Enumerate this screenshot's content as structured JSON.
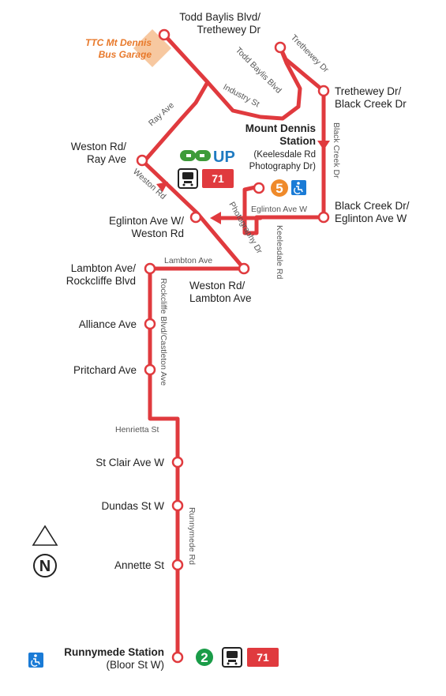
{
  "colors": {
    "route": "#e03a3e",
    "stop_outline": "#e03a3e",
    "garage_bg": "#f7c8a0",
    "garage_text": "#e8792b",
    "line5": "#ef8a2a",
    "line2": "#1a9c48",
    "go_green": "#3e9b3a",
    "up_blue": "#1f7bc1",
    "accessible": "#1a7bd6",
    "route71_bg": "#e03a3e"
  },
  "garage": {
    "line1": "TTC Mt Dennis",
    "line2": "Bus Garage"
  },
  "stops": {
    "todd_baylis": {
      "line1": "Todd Baylis Blvd/",
      "line2": "Trethewey Dr"
    },
    "trethewey_black_creek": {
      "line1": "Trethewey Dr/",
      "line2": "Black Creek Dr"
    },
    "mount_dennis": {
      "line1": "Mount Dennis",
      "line2": "Station",
      "sub1": "(Keelesdale Rd",
      "sub2": "Photography Dr)"
    },
    "weston_ray": {
      "line1": "Weston Rd/",
      "line2": "Ray Ave"
    },
    "black_creek_eglinton": {
      "line1": "Black Creek Dr/",
      "line2": "Eglinton Ave W"
    },
    "eglinton_weston": {
      "line1": "Eglinton Ave W/",
      "line2": "Weston Rd"
    },
    "lambton_rockcliffe": {
      "line1": "Lambton Ave/",
      "line2": "Rockcliffe Blvd"
    },
    "weston_lambton": {
      "line1": "Weston Rd/",
      "line2": "Lambton Ave"
    },
    "alliance": {
      "line1": "Alliance Ave"
    },
    "pritchard": {
      "line1": "Pritchard Ave"
    },
    "st_clair": {
      "line1": "St Clair Ave W"
    },
    "dundas": {
      "line1": "Dundas St W"
    },
    "annette": {
      "line1": "Annette St"
    },
    "runnymede": {
      "line1": "Runnymede Station",
      "line2": "(Bloor St W)"
    }
  },
  "streets": {
    "trethewey_dr": "Trethewey Dr",
    "todd_baylis_blvd": "Todd Baylis Blvd",
    "industry_st": "Industry St",
    "ray_ave": "Ray Ave",
    "black_creek_dr": "Black Creek Dr",
    "weston_rd": "Weston Rd",
    "eglinton_ave_w": "Eglinton Ave W",
    "photography_dr": "Photography Dr",
    "keelesdale_rd": "Keelesdale Rd",
    "lambton_ave": "Lambton Ave",
    "rockcliffe_castleton": "Rockcliffe Blvd/Castleton Ave",
    "henrietta_st": "Henrietta St",
    "runnymede_rd": "Runnymede Rd"
  },
  "connections": {
    "up_express": "UP",
    "line5": "5",
    "line2": "2",
    "route_71": "71"
  },
  "icons": {
    "go_transit": "go-transit-logo",
    "accessible": "wheelchair-icon",
    "bus": "bus-icon",
    "north_arrow": "north-arrow-icon"
  },
  "compass": {
    "letter": "N"
  }
}
